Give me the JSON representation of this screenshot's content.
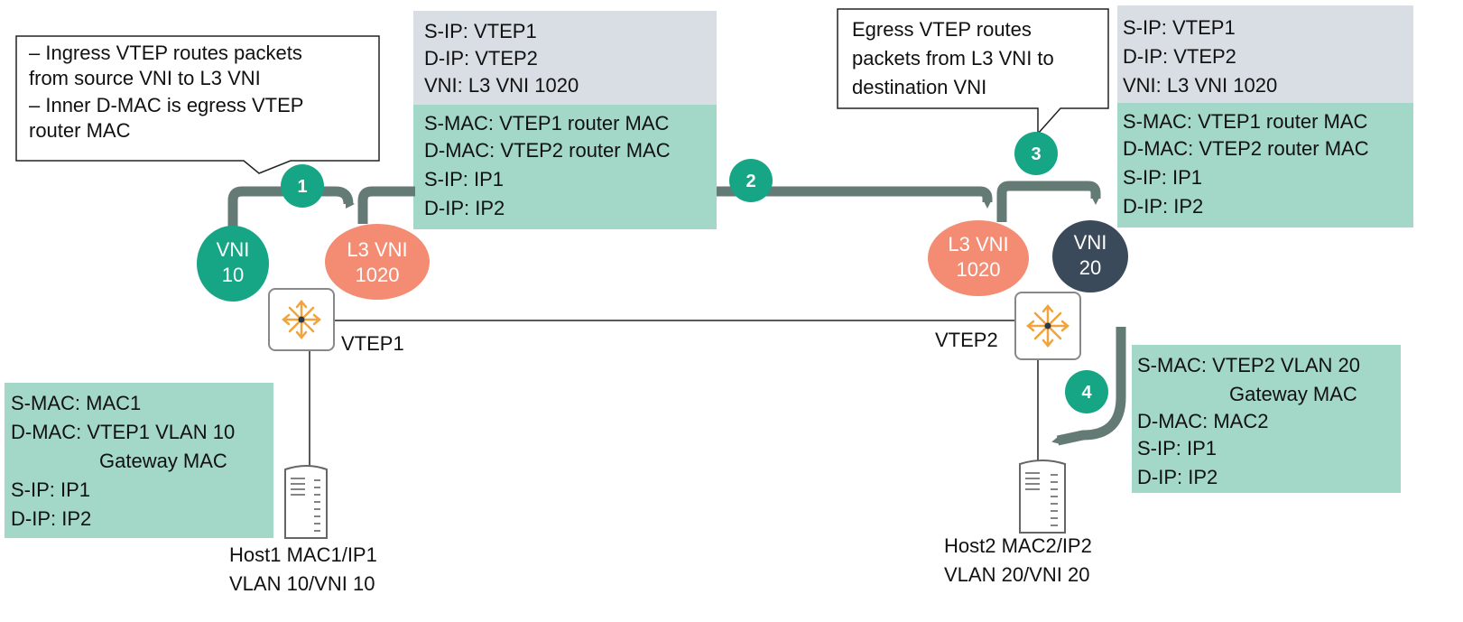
{
  "callouts": {
    "ingress": {
      "lines": [
        "–  Ingress VTEP routes packets",
        "    from source VNI to L3 VNI",
        "–  Inner D-MAC is egress VTEP",
        "    router MAC"
      ]
    },
    "egress": {
      "lines": [
        "Egress VTEP routes",
        "packets from L3 VNI to",
        "destination VNI"
      ]
    }
  },
  "packets": {
    "vtep1_outer": [
      "S-IP: VTEP1",
      "D-IP: VTEP2",
      "VNI: L3 VNI 1020"
    ],
    "vtep1_inner": [
      "S-MAC: VTEP1 router MAC",
      "D-MAC: VTEP2 router MAC",
      "S-IP: IP1",
      "D-IP: IP2"
    ],
    "vtep2_outer": [
      "S-IP: VTEP1",
      "D-IP: VTEP2",
      "VNI: L3 VNI 1020"
    ],
    "vtep2_inner": [
      "S-MAC: VTEP1 router MAC",
      "D-MAC: VTEP2 router MAC",
      "S-IP: IP1",
      "D-IP: IP2"
    ],
    "host1": [
      "S-MAC: MAC1",
      "D-MAC: VTEP1 VLAN 10",
      "Gateway MAC",
      "S-IP: IP1",
      "D-IP: IP2"
    ],
    "host2": [
      "S-MAC: VTEP2 VLAN 20",
      "Gateway MAC",
      "D-MAC: MAC2",
      "S-IP: IP1",
      "D-IP: IP2"
    ]
  },
  "steps": [
    "1",
    "2",
    "3",
    "4"
  ],
  "nodes": {
    "vni10": [
      "VNI",
      "10"
    ],
    "l3vni_left": [
      "L3 VNI",
      "1020"
    ],
    "l3vni_right": [
      "L3 VNI",
      "1020"
    ],
    "vni20": [
      "VNI",
      "20"
    ]
  },
  "devices": {
    "vtep1": "VTEP1",
    "vtep2": "VTEP2",
    "host1": [
      "Host1 MAC1/IP1",
      "VLAN 10/VNI 10"
    ],
    "host2": [
      "Host2 MAC2/IP2",
      "VLAN 20/VNI 20"
    ]
  },
  "colors": {
    "teal_box": "#a3d7c8",
    "gray_box": "#d9dee4",
    "step_green": "#16a585",
    "vni_green": "#16a585",
    "l3vni_orange": "#f38c72",
    "vni_dark": "#3a4a5a",
    "arrow_gray": "#647a74",
    "switch_orange": "#f1a33c"
  }
}
